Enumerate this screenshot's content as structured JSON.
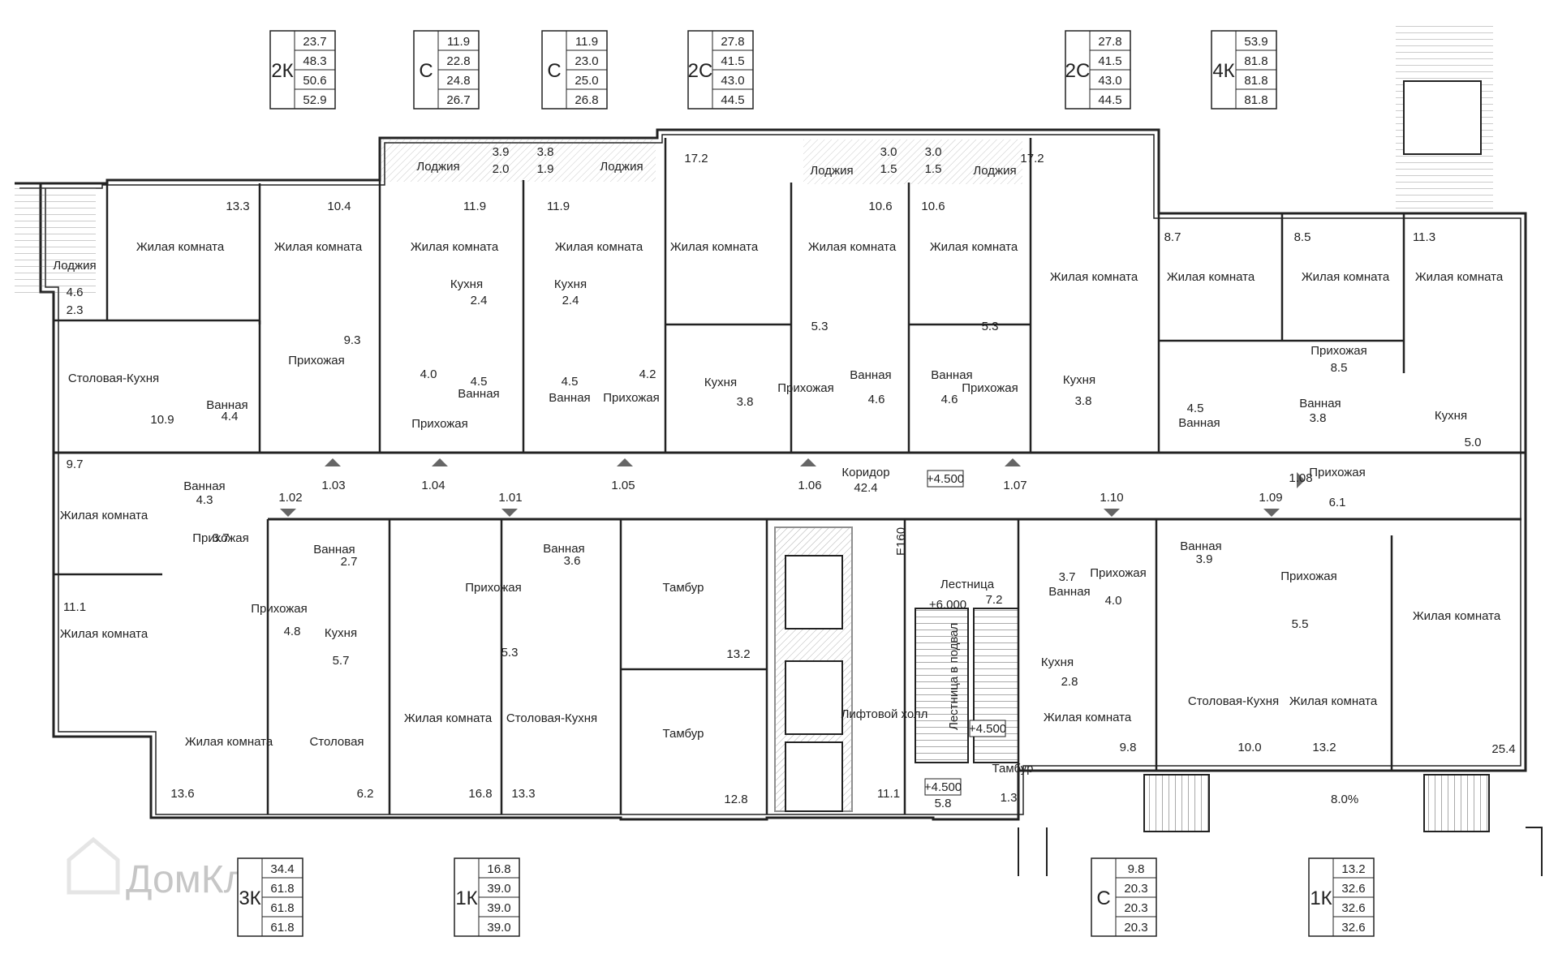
{
  "apartments_top": [
    {
      "type": "2К",
      "areas": [
        "23.7",
        "48.3",
        "50.6",
        "52.9"
      ]
    },
    {
      "type": "С",
      "areas": [
        "11.9",
        "22.8",
        "24.8",
        "26.7"
      ]
    },
    {
      "type": "С",
      "areas": [
        "11.9",
        "23.0",
        "25.0",
        "26.8"
      ]
    },
    {
      "type": "2С",
      "areas": [
        "27.8",
        "41.5",
        "43.0",
        "44.5"
      ]
    },
    {
      "type": "2С",
      "areas": [
        "27.8",
        "41.5",
        "43.0",
        "44.5"
      ]
    },
    {
      "type": "4К",
      "areas": [
        "53.9",
        "81.8",
        "81.8",
        "81.8"
      ]
    }
  ],
  "apartments_bottom": [
    {
      "type": "3К",
      "areas": [
        "34.4",
        "61.8",
        "61.8",
        "61.8"
      ]
    },
    {
      "type": "1К",
      "areas": [
        "16.8",
        "39.0",
        "39.0",
        "39.0"
      ]
    },
    {
      "type": "С",
      "areas": [
        "9.8",
        "20.3",
        "20.3",
        "20.3"
      ]
    },
    {
      "type": "1К",
      "areas": [
        "13.2",
        "32.6",
        "32.6",
        "32.6"
      ]
    }
  ],
  "rooms": [
    {
      "id": "loggia-1",
      "name": "Лоджия",
      "area": "4.6",
      "area2": "2.3"
    },
    {
      "id": "living-1",
      "name": "Жилая комната",
      "area": "13.3"
    },
    {
      "id": "living-2",
      "name": "Жилая комната",
      "area": "10.4"
    },
    {
      "id": "hall-1",
      "name": "Прихожая",
      "area": "9.3"
    },
    {
      "id": "dining-kitchen-1",
      "name": "Столовая-Кухня",
      "area": "10.9"
    },
    {
      "id": "bath-1",
      "name": "Ванная",
      "area": "4.4"
    },
    {
      "id": "loggia-2",
      "name": "Лоджия",
      "area": "3.9",
      "area2": "2.0"
    },
    {
      "id": "loggia-3",
      "name": "Лоджия",
      "area": "3.8",
      "area2": "1.9"
    },
    {
      "id": "living-3",
      "name": "Жилая комната",
      "area": "11.9"
    },
    {
      "id": "living-4",
      "name": "Жилая комната",
      "area": "11.9"
    },
    {
      "id": "kitchen-2",
      "name": "Кухня",
      "area": "2.4"
    },
    {
      "id": "kitchen-3",
      "name": "Кухня",
      "area": "2.4"
    },
    {
      "id": "hall-2",
      "name": "Прихожая",
      "area": "4.0"
    },
    {
      "id": "bath-2",
      "name": "Ванная",
      "area": "4.5"
    },
    {
      "id": "bath-3",
      "name": "Ванная",
      "area": "4.5"
    },
    {
      "id": "hall-3",
      "name": "Прихожая",
      "area": "4.2"
    },
    {
      "id": "living-5",
      "name": "Жилая комната",
      "area": "17.2"
    },
    {
      "id": "kitchen-4",
      "name": "Кухня",
      "area": "3.8"
    },
    {
      "id": "loggia-4",
      "name": "Лоджия",
      "area": "3.0",
      "area2": "1.5"
    },
    {
      "id": "loggia-5",
      "name": "Лоджия",
      "area": "3.0",
      "area2": "1.5"
    },
    {
      "id": "living-6",
      "name": "Жилая комната",
      "area": "10.6"
    },
    {
      "id": "living-7",
      "name": "Жилая комната",
      "area": "10.6"
    },
    {
      "id": "hall-4",
      "name": "Прихожая",
      "area": "5.3"
    },
    {
      "id": "hall-5",
      "name": "Прихожая",
      "area": "5.3"
    },
    {
      "id": "bath-4",
      "name": "Ванная",
      "area": "4.6"
    },
    {
      "id": "bath-5",
      "name": "Ванная",
      "area": "4.6"
    },
    {
      "id": "living-8",
      "name": "Жилая комната",
      "area": "17.2"
    },
    {
      "id": "kitchen-5",
      "name": "Кухня",
      "area": "3.8"
    },
    {
      "id": "living-9",
      "name": "Жилая комната",
      "area": "8.7"
    },
    {
      "id": "living-10",
      "name": "Жилая комната",
      "area": "8.5"
    },
    {
      "id": "living-11",
      "name": "Жилая комната",
      "area": "11.3"
    },
    {
      "id": "hall-6",
      "name": "Прихожая",
      "area": "8.5"
    },
    {
      "id": "bath-6",
      "name": "Ванная",
      "area": "4.5"
    },
    {
      "id": "bath-7",
      "name": "Ванная",
      "area": "3.8"
    },
    {
      "id": "kitchen-6",
      "name": "Кухня",
      "area": "5.0"
    },
    {
      "id": "living-12",
      "name": "Жилая комната",
      "area": "9.7"
    },
    {
      "id": "bath-8",
      "name": "Ванная",
      "area": "4.3"
    },
    {
      "id": "corridor",
      "name": "Коридор",
      "area": "42.4"
    },
    {
      "id": "hall-7",
      "name": "Прихожая",
      "area": "6.1"
    },
    {
      "id": "hall-8",
      "name": "Прихожая",
      "area": "3.7"
    },
    {
      "id": "living-13",
      "name": "Жилая комната",
      "area": "11.1"
    },
    {
      "id": "bath-9",
      "name": "Ванная",
      "area": "2.7"
    },
    {
      "id": "hall-9",
      "name": "Прихожая",
      "area": "4.8"
    },
    {
      "id": "kitchen-7",
      "name": "Кухня",
      "area": "5.7"
    },
    {
      "id": "living-14",
      "name": "Жилая комната",
      "area": "13.6"
    },
    {
      "id": "dining-1",
      "name": "Столовая",
      "area": "6.2"
    },
    {
      "id": "hall-10",
      "name": "Прихожая",
      "area": "5.3"
    },
    {
      "id": "bath-10",
      "name": "Ванная",
      "area": "3.6"
    },
    {
      "id": "living-15",
      "name": "Жилая комната",
      "area": "16.8"
    },
    {
      "id": "dining-kitchen-2",
      "name": "Столовая-Кухня",
      "area": "13.3"
    },
    {
      "id": "vestibule-1",
      "name": "Тамбур",
      "area": "13.2"
    },
    {
      "id": "vestibule-2",
      "name": "Тамбур",
      "area": "12.8"
    },
    {
      "id": "lift-hall",
      "name": "Лифтовой холл",
      "area": "11.1"
    },
    {
      "id": "stair",
      "name": "Лестница",
      "area": "7.2"
    },
    {
      "id": "vestibule-3",
      "name": "Тамбур",
      "area": "1.3"
    },
    {
      "id": "bath-11",
      "name": "Ванная",
      "area": "3.7"
    },
    {
      "id": "hall-11",
      "name": "Прихожая",
      "area": "4.0"
    },
    {
      "id": "kitchen-8",
      "name": "Кухня",
      "area": "2.8"
    },
    {
      "id": "living-16",
      "name": "Жилая комната",
      "area": "9.8"
    },
    {
      "id": "bath-12",
      "name": "Ванная",
      "area": "3.9"
    },
    {
      "id": "hall-12",
      "name": "Прихожая",
      "area": "5.5"
    },
    {
      "id": "dining-kitchen-3",
      "name": "Столовая-Кухня",
      "area": "10.0"
    },
    {
      "id": "living-17",
      "name": "Жилая комната",
      "area": "13.2"
    },
    {
      "id": "living-18",
      "name": "Жилая комната",
      "area": "25.4"
    }
  ],
  "door_marks": [
    "1.01",
    "1.02",
    "1.03",
    "1.04",
    "1.05",
    "1.06",
    "1.07",
    "1.08",
    "1.09",
    "1.10"
  ],
  "levels": [
    "+4.500",
    "+6.000",
    "+4.500",
    "+4.500"
  ],
  "misc": {
    "stair_down_label": "Лестница в подвал",
    "stair_area_2": "5.8",
    "e60": "E160",
    "ramp_slope": "8.0%",
    "watermark": "ДомКлик"
  }
}
